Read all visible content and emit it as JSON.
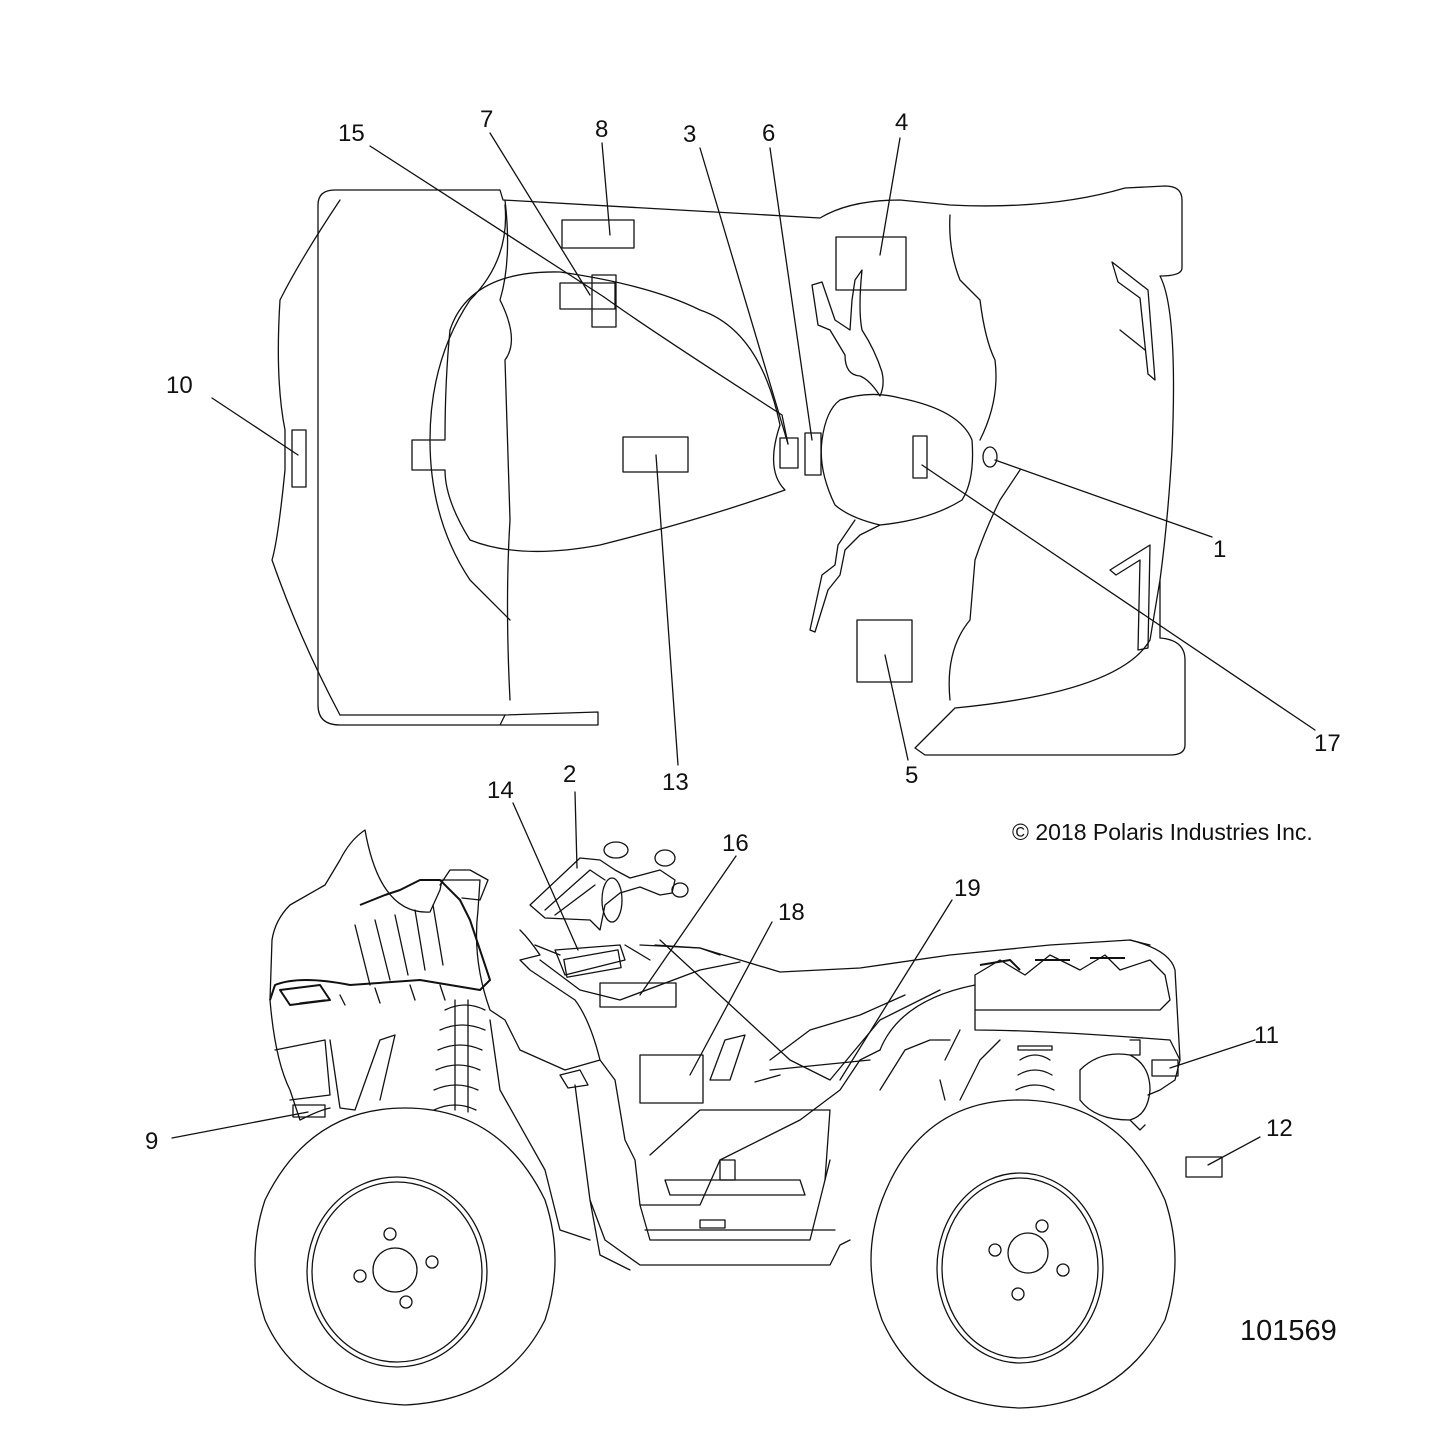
{
  "copyright": "© 2018 Polaris Industries Inc.",
  "diagram_number": "101569",
  "callouts": {
    "c1": "1",
    "c2": "2",
    "c3": "3",
    "c4": "4",
    "c5": "5",
    "c6": "6",
    "c7": "7",
    "c8": "8",
    "c9": "9",
    "c10": "10",
    "c11": "11",
    "c12": "12",
    "c13": "13",
    "c14": "14",
    "c15": "15",
    "c16": "16",
    "c17": "17",
    "c18": "18",
    "c19": "19"
  }
}
